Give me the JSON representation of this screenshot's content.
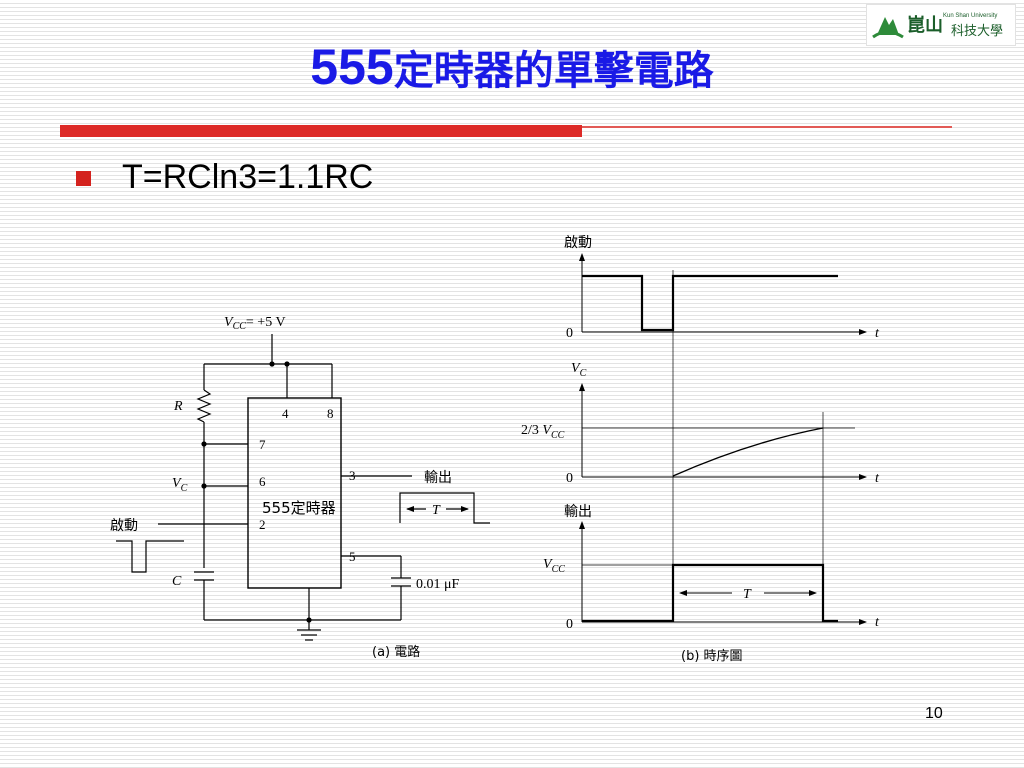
{
  "slide": {
    "title_num": "555",
    "title_cjk": "定時器的單擊電路",
    "bullet": "T=RCln3=1.1RC",
    "page_number": "10",
    "logo_text": "Kun Shan University",
    "colors": {
      "title": "#1a1ae6",
      "accent_bar": "#dd2a27",
      "bullet": "#d4221e"
    }
  },
  "circuit": {
    "vcc_v": "V",
    "vcc_sub": "CC",
    "vcc_value": "= +5 V",
    "resistor": "R",
    "vc_v": "V",
    "vc_sub": "C",
    "capacitor": "C",
    "trigger": "啟動",
    "chip_label": "555定時器",
    "pin4": "4",
    "pin8": "8",
    "pin7": "7",
    "pin6": "6",
    "pin2": "2",
    "pin3": "3",
    "pin5": "5",
    "output": "輸出",
    "pulse_T": "T",
    "cap_value": "0.01 μF",
    "caption": "(a) 電路"
  },
  "timing": {
    "trigger_label": "啟動",
    "vc_v": "V",
    "vc_sub": "C",
    "threshold_prefix": "2/3 ",
    "threshold_v": "V",
    "threshold_sub": "CC",
    "output_label": "輸出",
    "vcc_v": "V",
    "vcc_sub": "CC",
    "zero": "0",
    "t": "t",
    "T": "T",
    "caption": "(b) 時序圖"
  }
}
